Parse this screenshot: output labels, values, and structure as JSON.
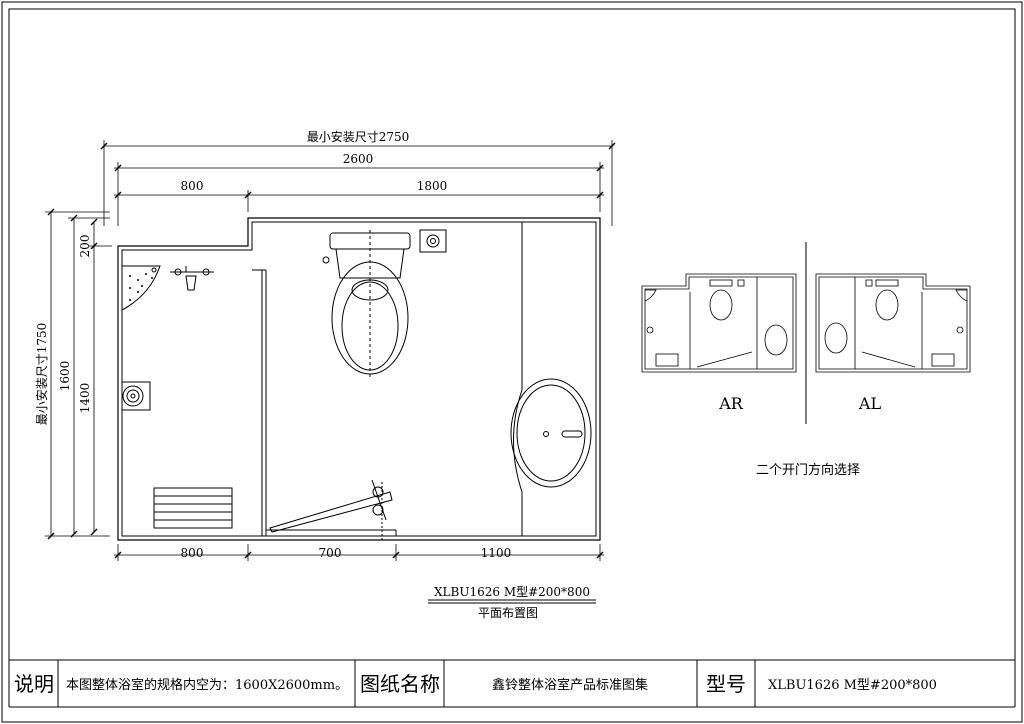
{
  "dimensions": {
    "min_install_width": "最小安装尺寸2750",
    "width_total": "2600",
    "width_left_top": "800",
    "width_right_top": "1800",
    "min_install_height": "最小安装尺寸1750",
    "height_1600": "1600",
    "height_1400": "1400",
    "height_200": "200",
    "bottom_left": "800",
    "bottom_mid": "700",
    "bottom_right": "1100"
  },
  "caption": {
    "model": "XLBU1626 M型#200*800",
    "subtitle": "平面布置图"
  },
  "options": {
    "ar_label": "AR",
    "al_label": "AL",
    "note": "二个开门方向选择"
  },
  "title_block": {
    "desc_label": "说明",
    "desc_text": "本图整体浴室的规格内空为：1600X2600mm。",
    "name_label": "图纸名称",
    "name_value": "鑫铃整体浴室产品标准图集",
    "model_label": "型号",
    "model_value": "XLBU1626 M型#200*800"
  }
}
